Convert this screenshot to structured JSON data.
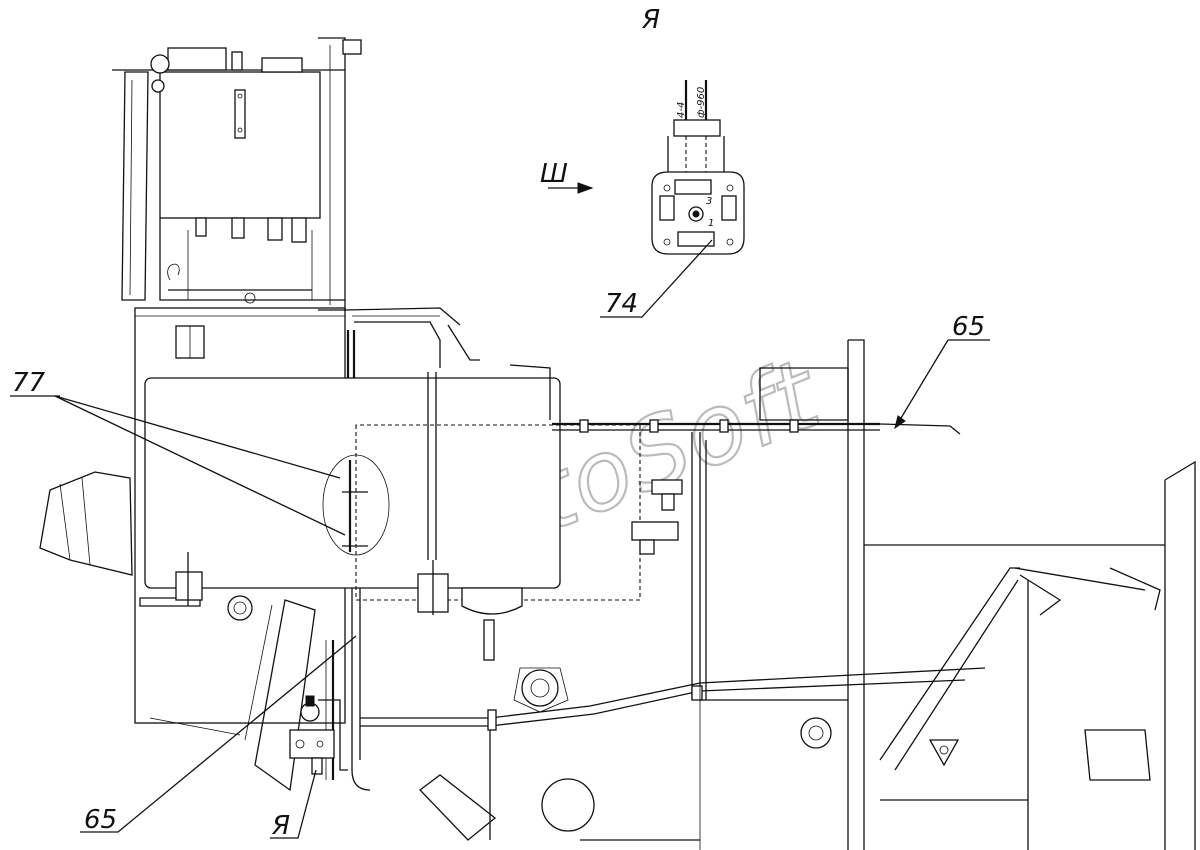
{
  "watermark": "AutoSoft",
  "view_label_top": "Я",
  "view_label_bottom": "Я",
  "arrow_label": "Ш",
  "callouts": {
    "c74": "74",
    "c77": "77",
    "c65_top": "65",
    "c65_bottom": "65"
  },
  "pipe_labels": {
    "left": "4-4",
    "right": "ф-960"
  },
  "detail_numbers": {
    "n3": "3",
    "n1": "1"
  }
}
